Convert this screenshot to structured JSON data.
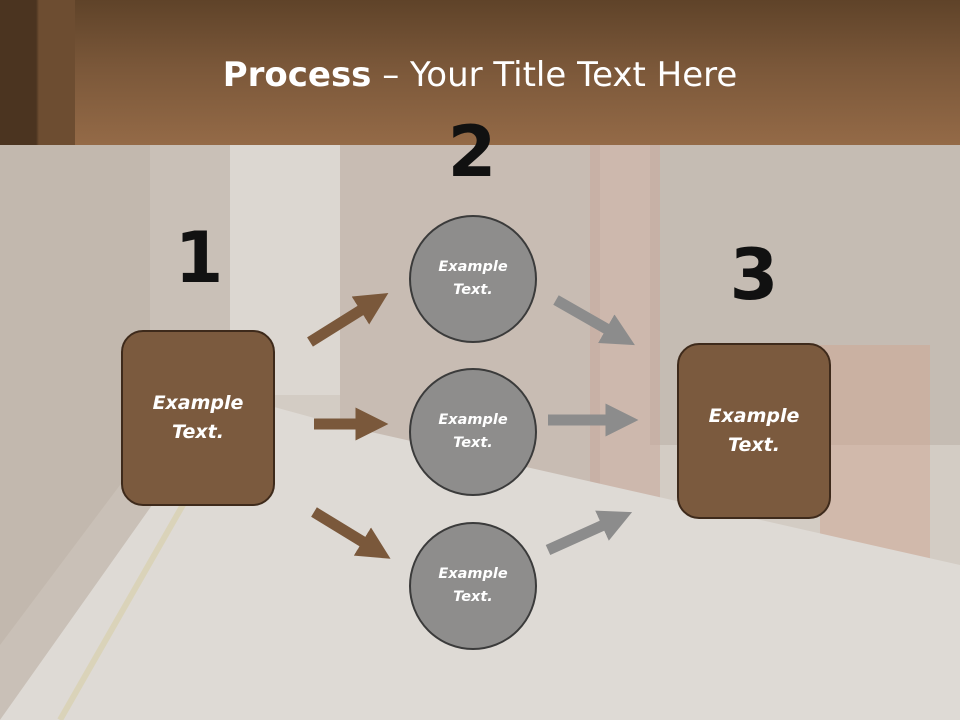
{
  "slide": {
    "title_bold": "Process",
    "title_rest": " – Your Title Text Here"
  },
  "steps": {
    "n1": "1",
    "n2": "2",
    "n3": "3"
  },
  "nodes": {
    "left_box": "Example Text.",
    "circle_top": "Example Text.",
    "circle_mid": "Example Text.",
    "circle_bottom": "Example Text.",
    "right_box": "Example Text."
  },
  "colors": {
    "header_brown": "#7a5739",
    "box_brown": "#7b5a3e",
    "circle_grey": "#8e8d8c",
    "arrow_brown": "#7a583b",
    "arrow_grey": "#8c8c8c"
  }
}
